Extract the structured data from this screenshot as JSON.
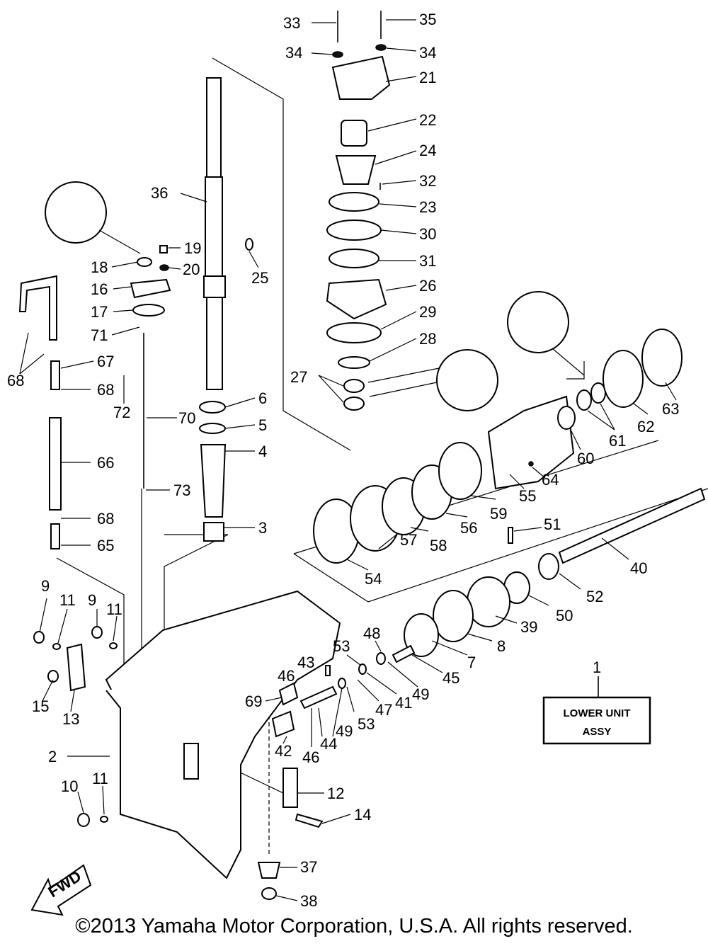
{
  "labels": {
    "l1": "1",
    "l2": "2",
    "l3": "3",
    "l4": "4",
    "l5": "5",
    "l6": "6",
    "l7": "7",
    "l8": "8",
    "l9a": "9",
    "l9b": "9",
    "l10": "10",
    "l11a": "11",
    "l11b": "11",
    "l11c": "11",
    "l12": "12",
    "l13": "13",
    "l14": "14",
    "l15": "15",
    "l16": "16",
    "l17": "17",
    "l18": "18",
    "l19": "19",
    "l20": "20",
    "l21": "21",
    "l22": "22",
    "l23": "23",
    "l24": "24",
    "l25": "25",
    "l26": "26",
    "l27": "27",
    "l28": "28",
    "l29": "29",
    "l30": "30",
    "l31": "31",
    "l32": "32",
    "l33": "33",
    "l34a": "34",
    "l34b": "34",
    "l35": "35",
    "l36": "36",
    "l37": "37",
    "l38": "38",
    "l39": "39",
    "l40": "40",
    "l41": "41",
    "l42": "42",
    "l43": "43",
    "l44": "44",
    "l45": "45",
    "l46a": "46",
    "l46b": "46",
    "l47": "47",
    "l48": "48",
    "l49a": "49",
    "l49b": "49",
    "l50": "50",
    "l51": "51",
    "l52": "52",
    "l53a": "53",
    "l53b": "53",
    "l54": "54",
    "l55": "55",
    "l56": "56",
    "l57": "57",
    "l58": "58",
    "l59": "59",
    "l60": "60",
    "l61": "61",
    "l62": "62",
    "l63": "63",
    "l64": "64",
    "l65": "65",
    "l66": "66",
    "l67": "67",
    "l68a": "68",
    "l68b": "68",
    "l68c": "68",
    "l69": "69",
    "l70": "70",
    "l71": "71",
    "l72": "72",
    "l73": "73"
  },
  "assy_box": {
    "line1": "LOWER UNIT",
    "line2": "ASSY"
  },
  "fwd_arrow": "FWD",
  "copyright": "©2013 Yamaha Motor Corporation, U.S.A. All rights reserved."
}
